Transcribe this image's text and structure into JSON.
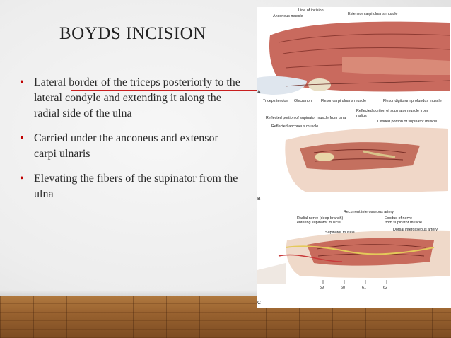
{
  "slide": {
    "title": "BOYDS INCISION",
    "bullets": [
      "Lateral border of the triceps posteriorly to the lateral condyle and extending it along the radial side of the ulna",
      "Carried under the anconeus and extensor carpi ulnaris",
      "Elevating the fibers of the supinator from the ulna"
    ],
    "bullet_color": "#c00000",
    "accent_line_color": "#c81e1e"
  },
  "figure": {
    "panel_a": {
      "letter": "A",
      "labels": {
        "line_of_incision": "Line of incision",
        "anconeus": "Anconeus muscle",
        "ecu": "Extensor carpi ulnaris muscle",
        "triceps": "Triceps tendon",
        "olecranon": "Olecranon",
        "fcu": "Flexor carpi ulnaris muscle",
        "fdp": "Flexor digitorum profundus muscle"
      }
    },
    "panel_b": {
      "letter": "B",
      "labels": {
        "sup_ulna": "Reflected portion of supinator muscle from ulna",
        "sup_radius_1": "Reflected portion of supinator muscle from",
        "sup_radius_2": "radius",
        "anconeus_reflected": "Reflected anconeus muscle",
        "divided_sup": "Divided portion of supinator muscle"
      }
    },
    "panel_c": {
      "letter": "C",
      "labels": {
        "recurrent": "Recurrent interosseous artery",
        "radial_nerve_1": "Radial nerve (deep branch)",
        "radial_nerve_2": "entering supinator muscle",
        "exodus_1": "Exodus of nerve",
        "exodus_2": "from supinator muscle",
        "supinator": "Supinator muscle",
        "dorsal": "Dorsal interosseous artery"
      },
      "numbers": [
        "59",
        "60",
        "61",
        "62"
      ]
    }
  }
}
